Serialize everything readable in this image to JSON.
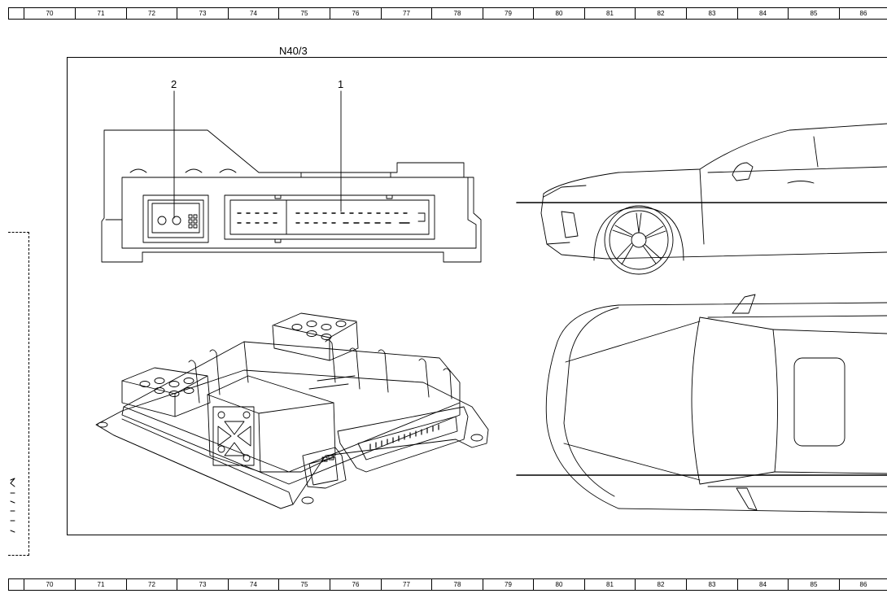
{
  "ruler": {
    "cells": [
      "",
      "70",
      "71",
      "72",
      "73",
      "74",
      "75",
      "76",
      "77",
      "78",
      "79",
      "80",
      "81",
      "82",
      "83",
      "84",
      "85",
      "86"
    ]
  },
  "diagram": {
    "component": "N40/3",
    "callouts": {
      "c1": "1",
      "c2": "2"
    }
  },
  "colors": {
    "line": "#000000",
    "background": "#ffffff"
  }
}
